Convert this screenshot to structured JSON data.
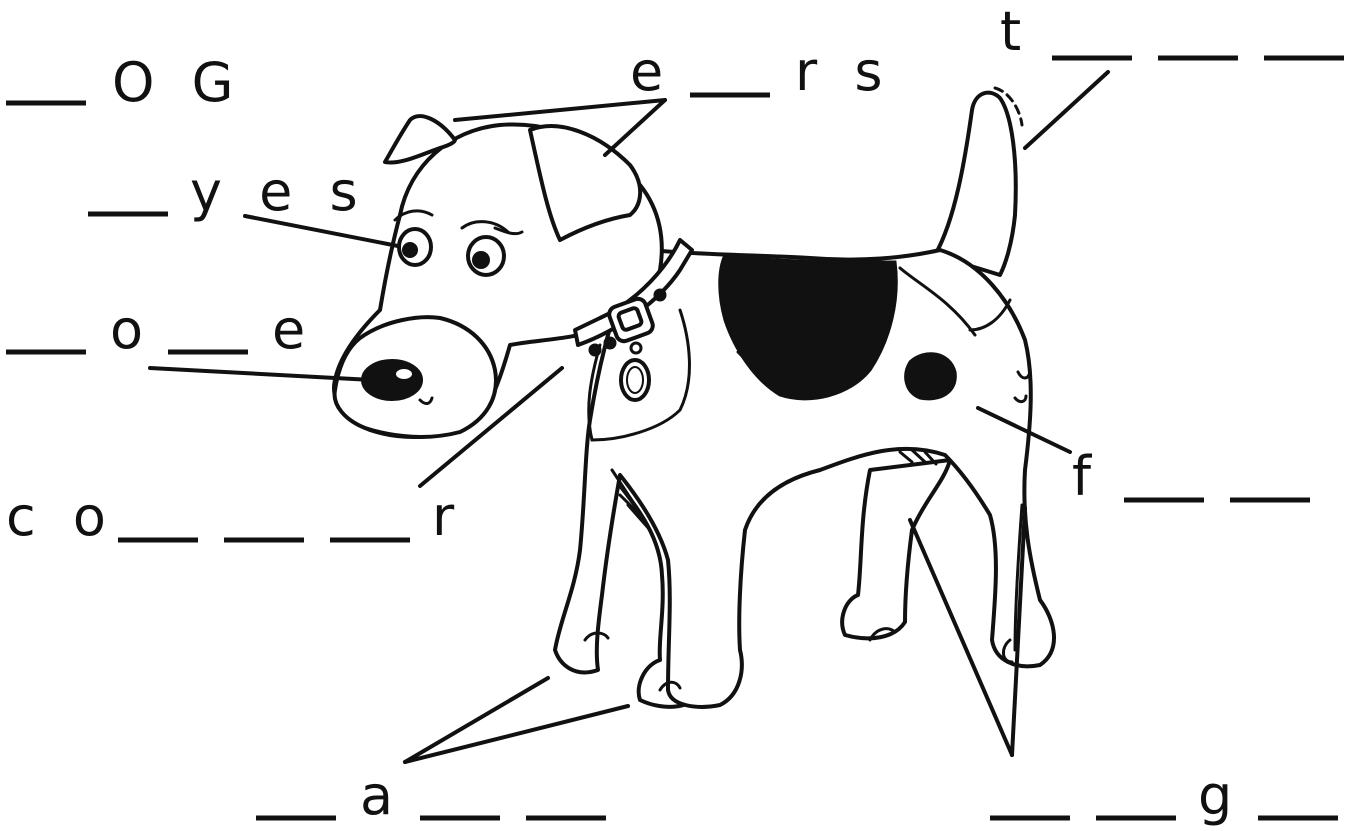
{
  "worksheet": {
    "labels": {
      "dog": "O G",
      "ears": "r s",
      "ears_first": "e",
      "eyes": "y e s",
      "nose_o": "o",
      "nose_e": "e",
      "collar_co": "c o",
      "collar_r": "r",
      "tail": "t",
      "fur": "f",
      "paws": "a",
      "legs": "g"
    }
  }
}
